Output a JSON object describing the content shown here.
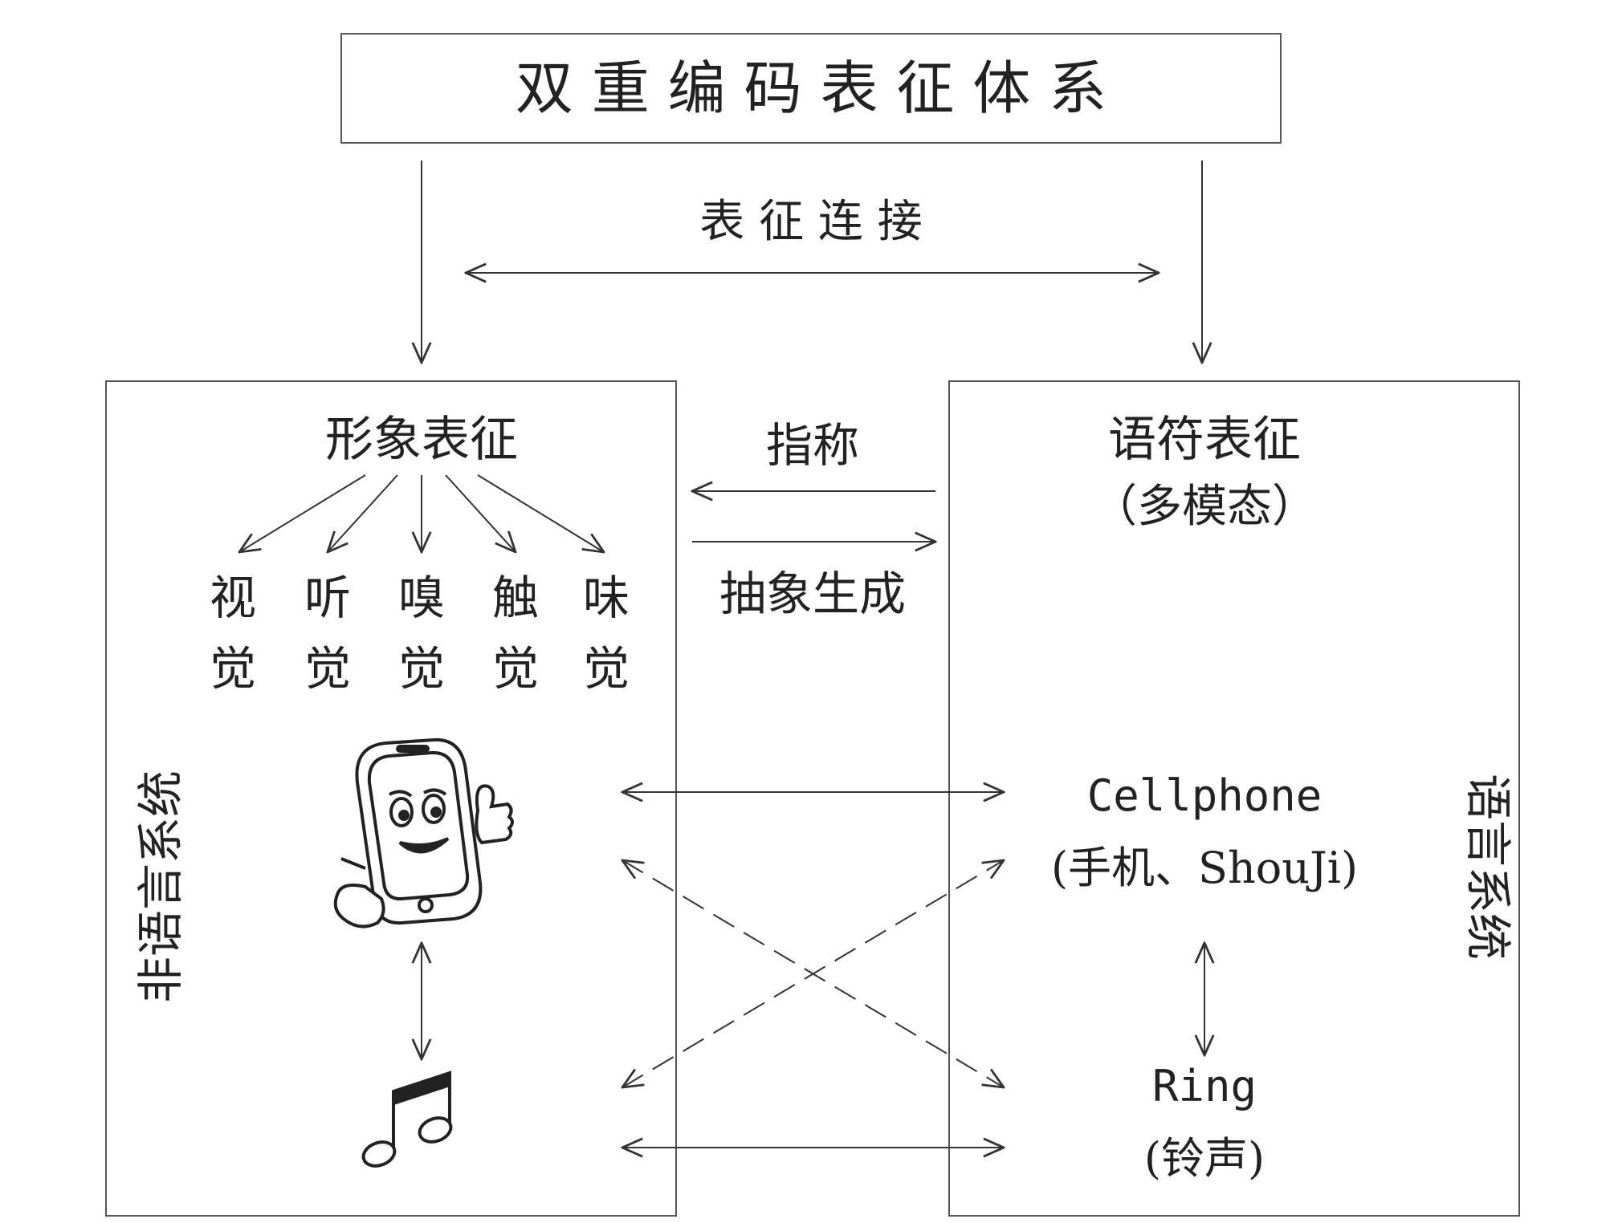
{
  "title": "双 重 编 码 表 征 体 系",
  "link_label": "表 征 连 接",
  "left_box": {
    "heading": "形象表征",
    "senses": [
      {
        "top": "视",
        "bottom": "觉"
      },
      {
        "top": "听",
        "bottom": "觉"
      },
      {
        "top": "嗅",
        "bottom": "觉"
      },
      {
        "top": "触",
        "bottom": "觉"
      },
      {
        "top": "味",
        "bottom": "觉"
      }
    ],
    "side_label": "非语言系统",
    "icons": [
      "cartoon-phone-icon",
      "music-note-icon"
    ]
  },
  "middle": {
    "refer_label": "指称",
    "abstract_label": "抽象生成"
  },
  "right_box": {
    "heading": "语符表征",
    "heading_sub": "（多模态）",
    "word1": "Cellphone",
    "word1_sub": "(手机、ShouJi)",
    "word2": "Ring",
    "word2_sub": "(铃声)",
    "side_label": "语言系统"
  },
  "colors": {
    "line": "#333333",
    "text": "#222222",
    "background": "#ffffff"
  }
}
